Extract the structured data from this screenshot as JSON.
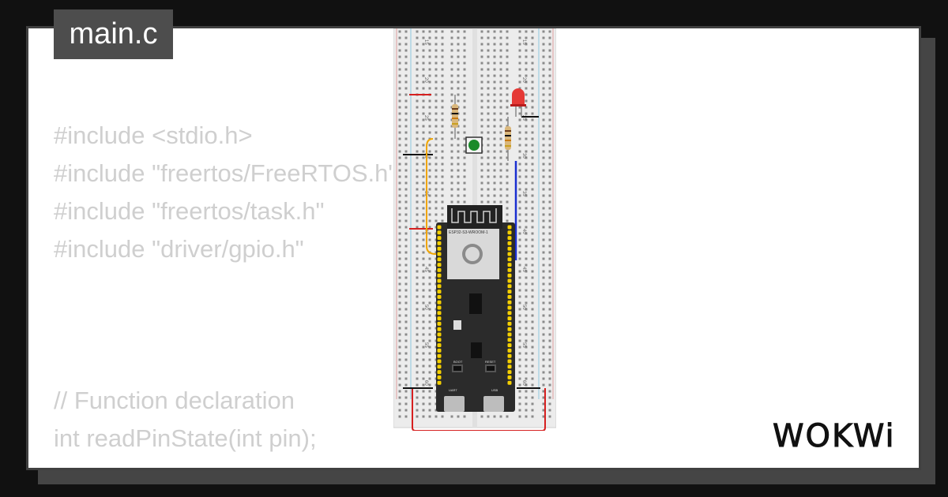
{
  "file_tab": {
    "label": "main.c"
  },
  "code_lines": [
    "#include <stdio.h>",
    "#include \"freertos/FreeRTOS.h\"",
    "#include \"freertos/task.h\"",
    "#include \"driver/gpio.h\"",
    "",
    "",
    "",
    "// Function declaration",
    "int readPinState(int pin);"
  ],
  "simulation": {
    "board_label": "ESP32-S3-WROOM-1",
    "row_numbers": [
      "15",
      "20",
      "25",
      "30",
      "35",
      "40",
      "45",
      "50",
      "55",
      "60"
    ],
    "button_labels": {
      "boot": "BOOT",
      "reset": "RESET"
    },
    "usb_labels": {
      "left": "UART",
      "right": "USB"
    },
    "led_color": "#e53935",
    "button_color": "#1a8a2a",
    "board_color": "#2b2b2b",
    "pin_color": "#f5d000"
  },
  "brand": {
    "logo_text": "WOKWi"
  }
}
